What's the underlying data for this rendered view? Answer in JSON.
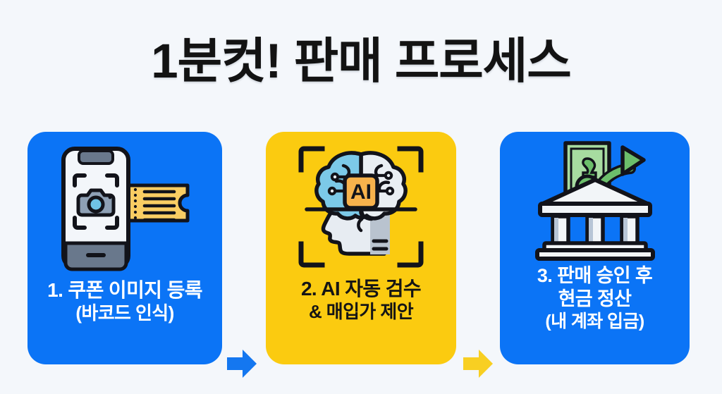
{
  "page": {
    "title": "1분컷! 판매 프로세스",
    "background_color": "#f4f7fb",
    "title_color": "#131313"
  },
  "colors": {
    "blue": "#0b74f6",
    "yellow": "#fbcb10",
    "arrow_blue": "#1477f0",
    "arrow_yellow": "#f8cf22",
    "white_text": "#ffffff",
    "dark_text": "#151515",
    "money_green": "#6cbf6b",
    "ai_orange": "#f7b24c",
    "brain_blue": "#7cc9e8",
    "ticket_yellow": "#f9cd63"
  },
  "steps": [
    {
      "number": "1.",
      "icon": "phone-camera-coupon-icon",
      "line1": "1. 쿠폰 이미지 등록",
      "line2": "(바코드 인식)",
      "line3": "",
      "card_color": "#0b74f6",
      "text_color": "#ffffff"
    },
    {
      "number": "2.",
      "icon": "ai-brain-scan-icon",
      "line1": "2. AI 자동 검수",
      "line2": "& 매입가 제안",
      "line3": "",
      "card_color": "#fbcb10",
      "text_color": "#151515",
      "chip_label": "AI"
    },
    {
      "number": "3.",
      "icon": "bank-cash-payout-icon",
      "line1": "3. 판매 승인 후",
      "line2": "현금 정산",
      "line3": "(내 계좌 입금)",
      "card_color": "#0b74f6",
      "text_color": "#ffffff"
    }
  ],
  "arrows": [
    {
      "name": "arrow-step1-to-step2",
      "color": "#1477f0",
      "direction": "right"
    },
    {
      "name": "arrow-step2-to-step3",
      "color": "#f8cf22",
      "direction": "right"
    }
  ]
}
